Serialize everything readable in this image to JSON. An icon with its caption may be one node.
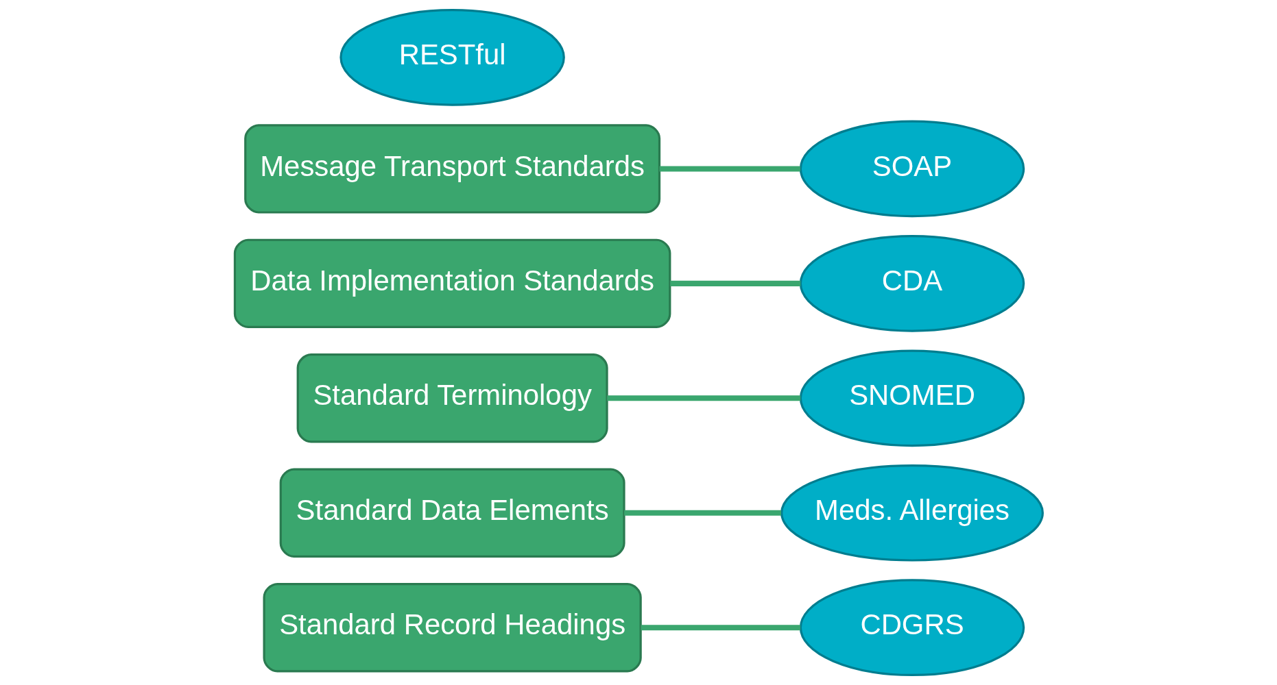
{
  "diagram": {
    "nodes": [
      {
        "text": [
          "Standard Record Headings"
        ]
      },
      {
        "text": [
          "Standard Data Elements"
        ]
      },
      {
        "text": [
          "Standard Terminology"
        ]
      },
      {
        "text": [
          "Data Implementation Standards"
        ]
      },
      {
        "text": [
          "Message Transport Standards"
        ]
      },
      {
        "text": [
          "CDGRS"
        ]
      },
      {
        "text": [
          "Meds. Allergies"
        ]
      },
      {
        "text": [
          "SNOMED"
        ]
      },
      {
        "text": [
          "CDA"
        ]
      },
      {
        "text": [
          "SOAP"
        ]
      },
      {
        "text": [
          "RESTful"
        ]
      }
    ],
    "edges": [
      {
        "from": 0,
        "to": 5,
        "arrow": "none"
      },
      {
        "from": 1,
        "to": 6,
        "arrow": "none"
      },
      {
        "from": 2,
        "to": 7,
        "arrow": "none"
      },
      {
        "from": 3,
        "to": 8,
        "arrow": "none"
      },
      {
        "from": 4,
        "to": 9,
        "arrow": "none"
      }
    ]
  }
}
